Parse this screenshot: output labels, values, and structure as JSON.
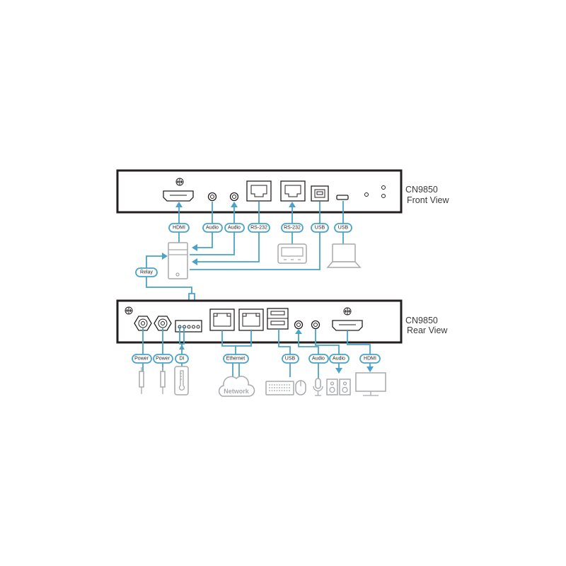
{
  "front": {
    "model": "CN9850",
    "view": "Front View",
    "labels": [
      "HDMI",
      "Audio",
      "Audio",
      "RS-232",
      "RS-232",
      "USB",
      "USB"
    ],
    "relay_label": "Relay"
  },
  "rear": {
    "model": "CN9850",
    "view": "Rear View",
    "labels": [
      "Power",
      "Power",
      "DI",
      "Ethernet",
      "USB",
      "Audio",
      "Audio",
      "HDMI"
    ],
    "network_label": "Network"
  },
  "colors": {
    "wire": "#4aa3c8",
    "device": "#a7a9ac",
    "chassis": "#231f20"
  }
}
